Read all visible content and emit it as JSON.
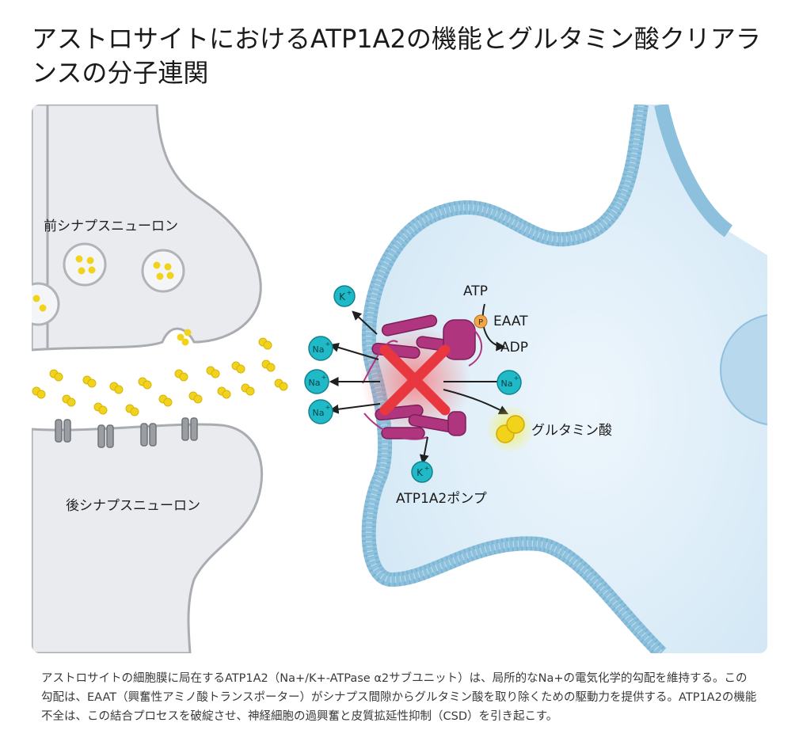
{
  "title": "アストロサイトにおけるATP1A2の機能とグルタミン酸クリアランスの分子連関",
  "diagram": {
    "presynaptic_label": "前シナプスニューロン",
    "postsynaptic_label": "後シナプスニューロン",
    "atp_label": "ATP",
    "phosphate_symbol": "P",
    "eaat_label": "EAAT",
    "adp_label": "ADP",
    "glutamate_label": "グルタミン酸",
    "pump_label": "ATP1A2ポンプ",
    "ion_k": "K",
    "ion_na": "Na",
    "ion_plus": "+",
    "colors": {
      "membrane": "#8cc0dc",
      "astrocyte_fill": "#d6e9f5",
      "neuron_fill": "#e9ebee",
      "vesicle_yellow": "#f2d31c",
      "pump_magenta": "#b0357f",
      "ion_teal": "#1fb9c7",
      "inhibition_red": "#e8373f"
    }
  },
  "caption": "アストロサイトの細胞膜に局在するATP1A2（Na+/K+-ATPase α2サブユニット）は、局所的なNa+の電気化学的勾配を維持する。この勾配は、EAAT（興奮性アミノ酸トランスポーター）がシナプス間隙からグルタミン酸を取り除くための駆動力を提供する。ATP1A2の機能不全は、この結合プロセスを破綻させ、神経細胞の過興奮と皮質拡延性抑制（CSD）を引き起こす。"
}
